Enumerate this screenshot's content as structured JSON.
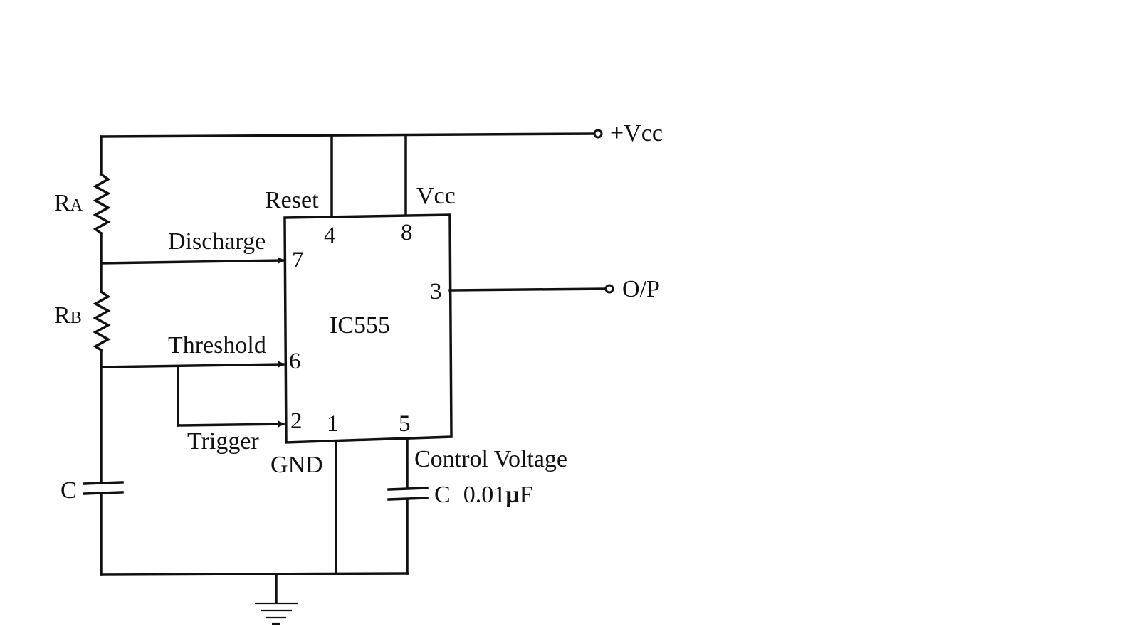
{
  "supply": {
    "label": "+Vcc"
  },
  "output": {
    "label": "O/P"
  },
  "ic": {
    "name": "IC555",
    "pins": {
      "reset": {
        "num": "4",
        "label": "Reset"
      },
      "vcc": {
        "num": "8",
        "label": "Vcc"
      },
      "discharge": {
        "num": "7",
        "label": "Discharge"
      },
      "output": {
        "num": "3"
      },
      "threshold": {
        "num": "6",
        "label": "Threshold"
      },
      "trigger": {
        "num": "2",
        "label": "Trigger"
      },
      "gnd": {
        "num": "1",
        "label": "GND"
      },
      "control": {
        "num": "5",
        "label": "Control Voltage"
      }
    }
  },
  "components": {
    "ra": {
      "main": "R",
      "sub": "A"
    },
    "rb": {
      "main": "R",
      "sub": "B"
    },
    "c_timing": {
      "label": "C"
    },
    "c_control": {
      "label": "C",
      "value": "0.01",
      "unit_symbol": "µ",
      "unit": "F"
    }
  }
}
